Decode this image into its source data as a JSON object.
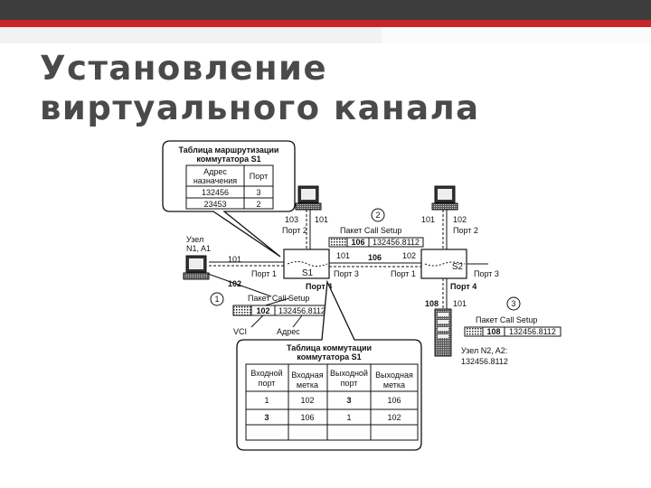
{
  "slide": {
    "title": "Установление виртуального канала"
  },
  "diagram": {
    "routing_table": {
      "title_line1": "Таблица маршрутизации",
      "title_line2": "коммутатора S1",
      "col_dest_line1": "Адрес",
      "col_dest_line2": "назначения",
      "col_port": "Порт",
      "rows": [
        {
          "dest": "132456",
          "port": "3"
        },
        {
          "dest": "23453",
          "port": "2"
        }
      ]
    },
    "switch_table": {
      "title_line1": "Таблица коммутации",
      "title_line2": "коммутатора S1",
      "headers": [
        [
          "Входной",
          "порт"
        ],
        [
          "Входная",
          "метка"
        ],
        [
          "Выходной",
          "порт"
        ],
        [
          "Выходная",
          "метка"
        ]
      ],
      "rows": [
        [
          "1",
          "102",
          "3",
          "106"
        ],
        [
          "3",
          "106",
          "1",
          "102"
        ],
        [
          "",
          "",
          "",
          ""
        ]
      ]
    },
    "node_n1": {
      "line1": "Узел",
      "line2": "N1, A1"
    },
    "node_n2": {
      "line1": "Узел N2, A2:",
      "line2": "132456.8112"
    },
    "switch_s1": "S1",
    "switch_s2": "S2",
    "labels": {
      "n1_link_101": "101",
      "n1_link_102": "102",
      "s1_top_103": "103",
      "s1_top_101": "101",
      "s1_port2": "Порт 2",
      "s1_port1": "Порт 1",
      "s1_port3": "Порт 3",
      "s1_port4": "Порт 4",
      "trunk_101": "101",
      "trunk_106": "106",
      "trunk_102": "102",
      "s2_top_101": "101",
      "s2_top_102": "102",
      "s2_port2": "Порт 2",
      "s2_port1": "Порт 1",
      "s2_port3": "Порт 3",
      "s2_port4": "Порт 4",
      "s2_bottom_108": "108",
      "s2_bottom_101": "101",
      "vci_label": "VCI",
      "addr_label": "Адрес"
    },
    "packets": [
      {
        "step": "1",
        "caption": "Пакет Call Setup",
        "label": "102",
        "address": "132456.8112"
      },
      {
        "step": "2",
        "caption": "Пакет Call Setup",
        "label": "106",
        "address": "132456.8112"
      },
      {
        "step": "3",
        "caption": "Пакет Call Setup",
        "label": "108",
        "address": "132456.8112"
      }
    ]
  }
}
